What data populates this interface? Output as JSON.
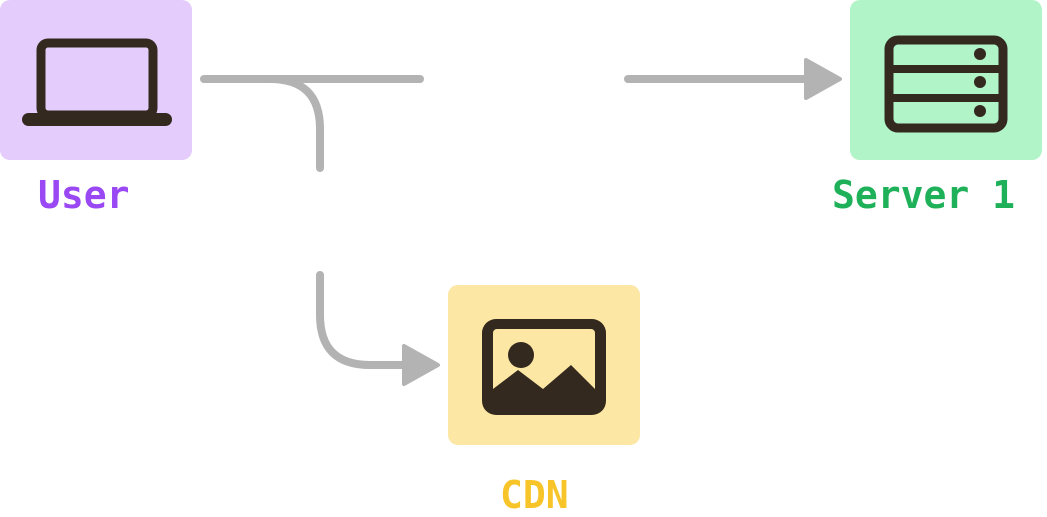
{
  "diagram": {
    "nodes": {
      "user": {
        "label": "User",
        "icon": "laptop-icon",
        "box_color": "#e4ccfc",
        "label_color": "#9a48f4"
      },
      "server": {
        "label": "Server 1",
        "icon": "server-icon",
        "box_color": "#b0f4c8",
        "label_color": "#1fb15a"
      },
      "cdn": {
        "label": "CDN",
        "icon": "image-icon",
        "box_color": "#fde7a4",
        "label_color": "#f7c52a"
      }
    },
    "edges": [
      {
        "from": "User",
        "to": "Server 1"
      },
      {
        "from": "User",
        "to": "CDN"
      }
    ],
    "icon_color": "#33291f",
    "connector_color": "#b3b3b3"
  }
}
